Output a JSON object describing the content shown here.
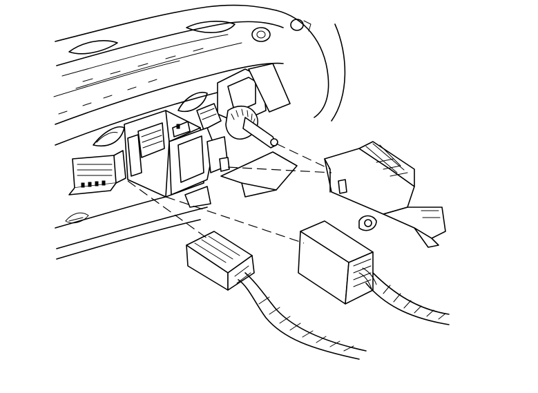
{
  "diagram": {
    "labels": [],
    "parts": [
      "dash-panel",
      "switch-mounting-bracket",
      "headlamp-switch",
      "dimmer-switch",
      "switch-pigtail-connector",
      "switch-harness-connector"
    ]
  }
}
